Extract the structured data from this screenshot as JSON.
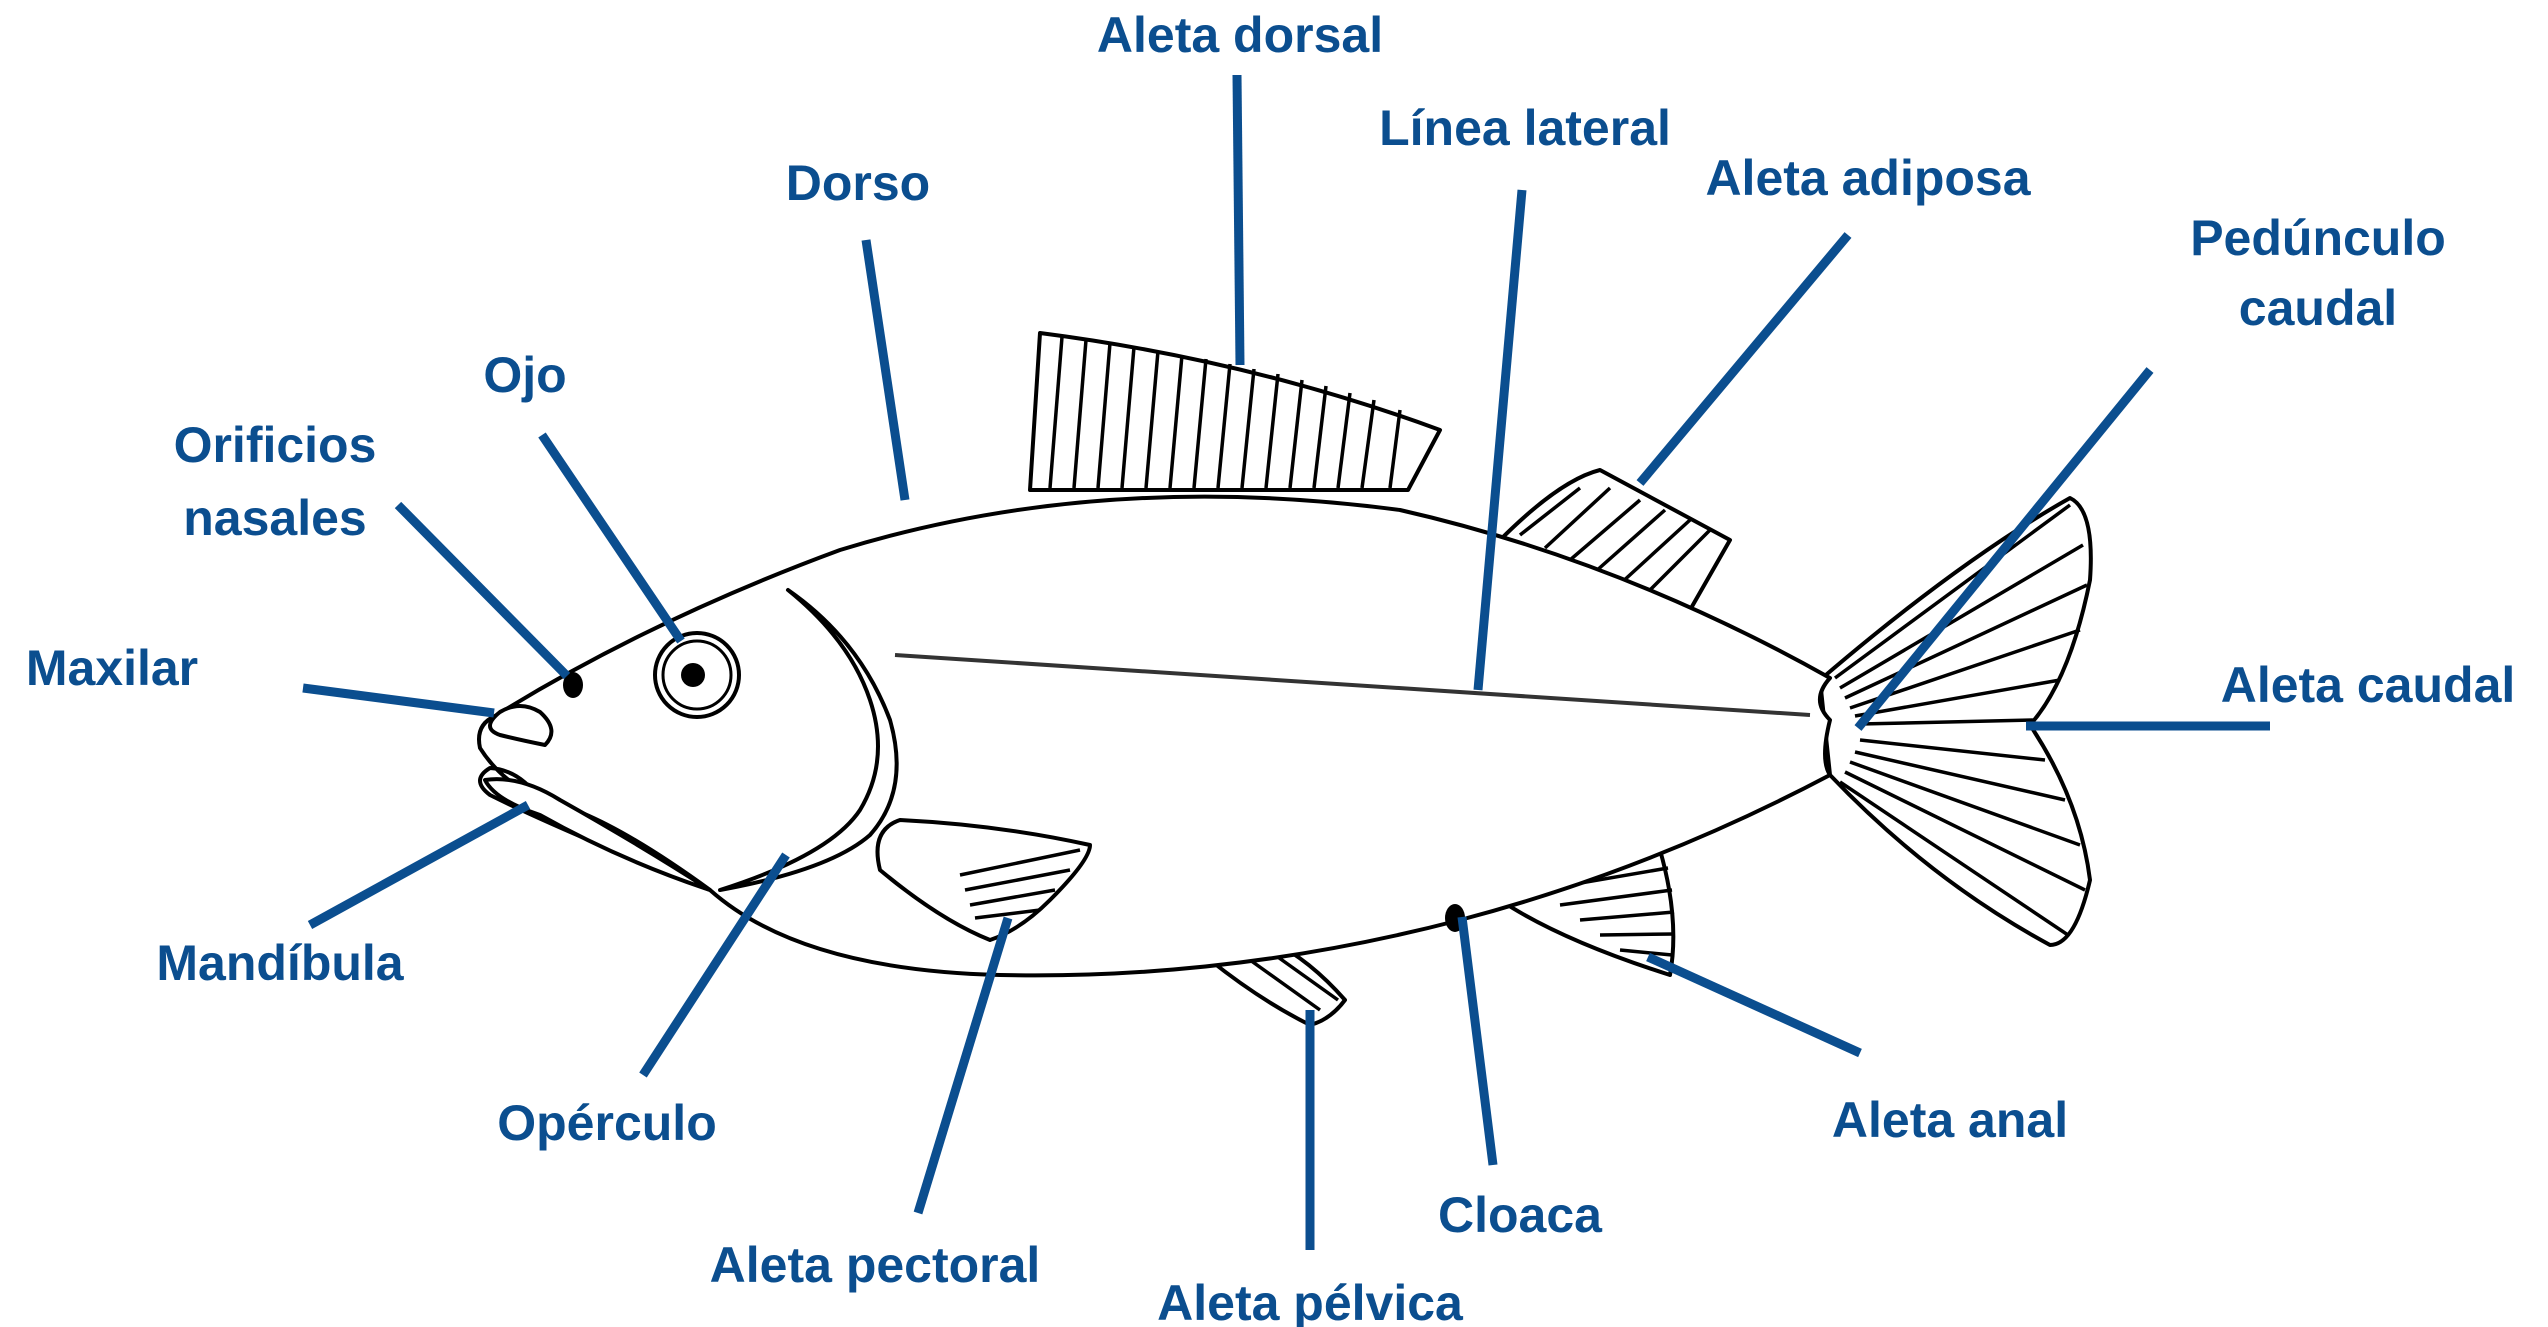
{
  "diagram": {
    "accent_color": "#0b4e8f",
    "labels": {
      "aleta_dorsal": "Aleta dorsal",
      "linea_lateral": "Línea lateral",
      "dorso": "Dorso",
      "aleta_adiposa": "Aleta adiposa",
      "pedunculo_caudal_1": "Pedúnculo",
      "pedunculo_caudal_2": "caudal",
      "ojo": "Ojo",
      "orificios_nasales_1": "Orificios",
      "orificios_nasales_2": "nasales",
      "maxilar": "Maxilar",
      "aleta_caudal": "Aleta caudal",
      "mandibula": "Mandíbula",
      "operculo": "Opérculo",
      "aleta_anal": "Aleta anal",
      "cloaca": "Cloaca",
      "aleta_pectoral": "Aleta pectoral",
      "aleta_pelvica": "Aleta pélvica"
    }
  }
}
